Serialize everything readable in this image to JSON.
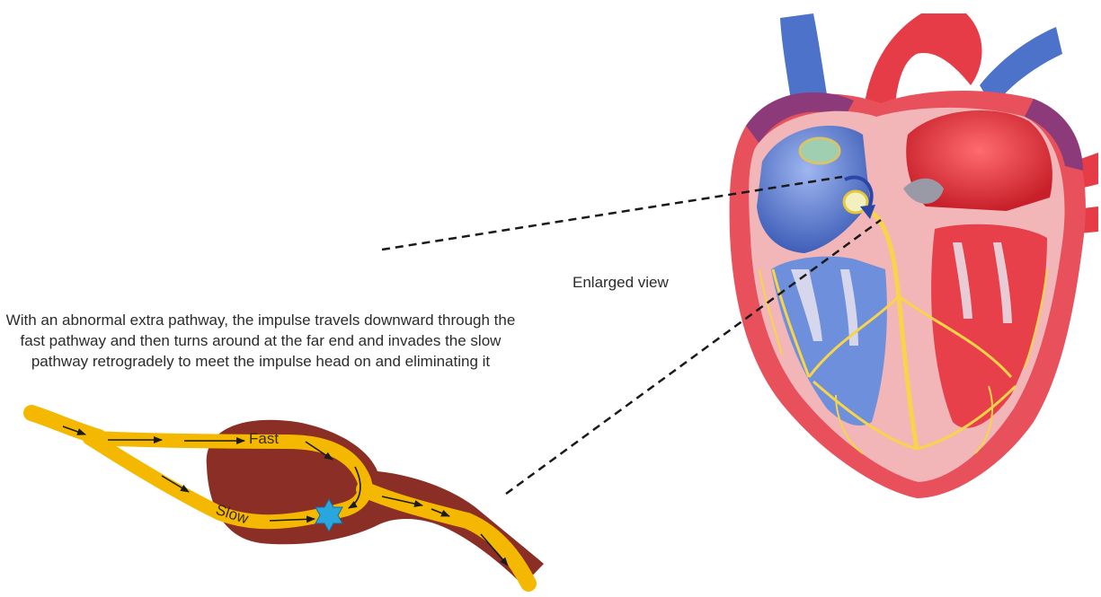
{
  "caption": "With an abnormal extra pathway, the impulse travels downward through the fast pathway and then turns around at the far end and invades the slow pathway retrogradely to meet the impulse head on and eliminating it",
  "enlarged_label": "Enlarged view",
  "pathway_labels": {
    "fast": "Fast",
    "slow": "Slow"
  },
  "colors": {
    "pathway": "#f5b800",
    "tissue": "#8b2e25",
    "blocked_impulse": "#2aa6df",
    "arrow": "#1a1a1a",
    "heart_outer": "#e8505b",
    "heart_inner": "#f2b5b8",
    "right_chambers": "#5a7fd1",
    "left_chambers": "#e8404a",
    "conduction": "#f7d44a"
  },
  "icons": {
    "blocked_impulse": "six-point-star-icon"
  }
}
